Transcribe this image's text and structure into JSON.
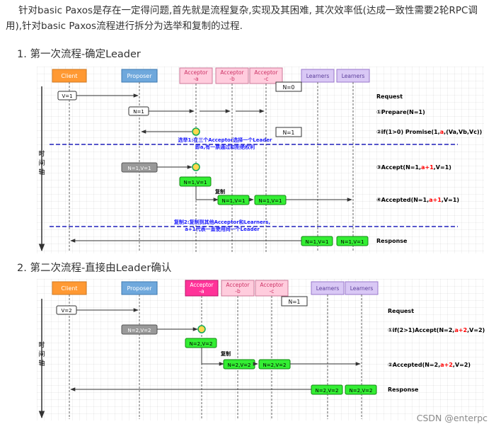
{
  "intro": "针对basic Paxos是存在一定得问题,首先就是流程复杂,实现及其困难, 其次效率低(达成一致性需要2轮RPC调用),针对basic Paxos流程进行拆分为选举和复制的过程.",
  "section1": {
    "title": "1. 第一次流程-确定Leader",
    "participants": {
      "client": "Client",
      "proposer": "Proposer",
      "acceptor_a": "Acceptor\n-a",
      "acceptor_b": "Acceptor\n-b",
      "acceptor_c": "Acceptor\n-c",
      "learner1": "Learners",
      "learner2": "Learners"
    },
    "time_axis": "时\n间\n轴",
    "state_box": "N=0",
    "state_box2": "N=1",
    "msg_client": "V=1",
    "msg_prepare": "N=1",
    "msg_accept": "N=1,V=1",
    "acc_a": "N=1,V=1",
    "acc_b": "N=1,V=1",
    "acc_c": "N=1,V=1",
    "learn1": "N=1,V=1",
    "learn2": "N=1,V=1",
    "copy_label": "复制",
    "note1_line1": "选举1:在三个Acceptor选择一个Leader",
    "note1_line2": "即a,有一票通过和拒绝权利",
    "note2_line1": "复制2:复制到其他Acceptor和Learners,",
    "note2_line2": "a+1代表一直使用同一个Leader",
    "step_request": "Request",
    "step_prepare": "①Prepare(N=1)",
    "step_promise_a": "②if(1>0)  Promise(1,",
    "step_promise_b": "a",
    "step_promise_c": ",(Va,Vb,Vc))",
    "step_accept_a": "③Accept(N=1,",
    "step_accept_b": "a+1",
    "step_accept_c": ",V=1)",
    "step_accepted_a": "④Accepted(N=1,",
    "step_accepted_b": "a+1",
    "step_accepted_c": ",V=1)",
    "step_response": "Response"
  },
  "section2": {
    "title": "2. 第二次流程-直接由Leader确认",
    "participants": {
      "client": "Client",
      "proposer": "Proposer",
      "acceptor_a": "Acceptor\n-a",
      "acceptor_b": "Acceptor\n-b",
      "acceptor_c": "Acceptor\n-c",
      "learner1": "Learners",
      "learner2": "Learners"
    },
    "time_axis": "时\n间\n轴",
    "state_box": "N=1",
    "msg_client": "V=2",
    "msg_accept": "N=2,V=2",
    "acc_a": "N=2,V=2",
    "acc_b": "N=2,V=2",
    "acc_c": "N=2,V=2",
    "learn1": "N=2,V=2",
    "learn2": "N=2,V=2",
    "copy_label": "复制",
    "step_request": "Request",
    "step_accept_a": "①if(2>1)Accept(N=2,",
    "step_accept_b": "a+2",
    "step_accept_c": ",V=2)",
    "step_accepted_a": "②Accepted(N=2,",
    "step_accepted_b": "a+2",
    "step_accepted_c": ",V=2)",
    "step_response": "Response"
  },
  "watermark": "CSDN @enterpc",
  "colors": {
    "client": "#ff9933",
    "proposer": "#6fa8dc",
    "acceptor": "#ffccdd",
    "acceptor_leader": "#ff3399",
    "learner": "#d9c8f5",
    "msg_green": "#33ee33",
    "msg_gray": "#999999",
    "emphasis": "#ff0000",
    "note": "#1a1aff",
    "divider": "#2020bb"
  }
}
